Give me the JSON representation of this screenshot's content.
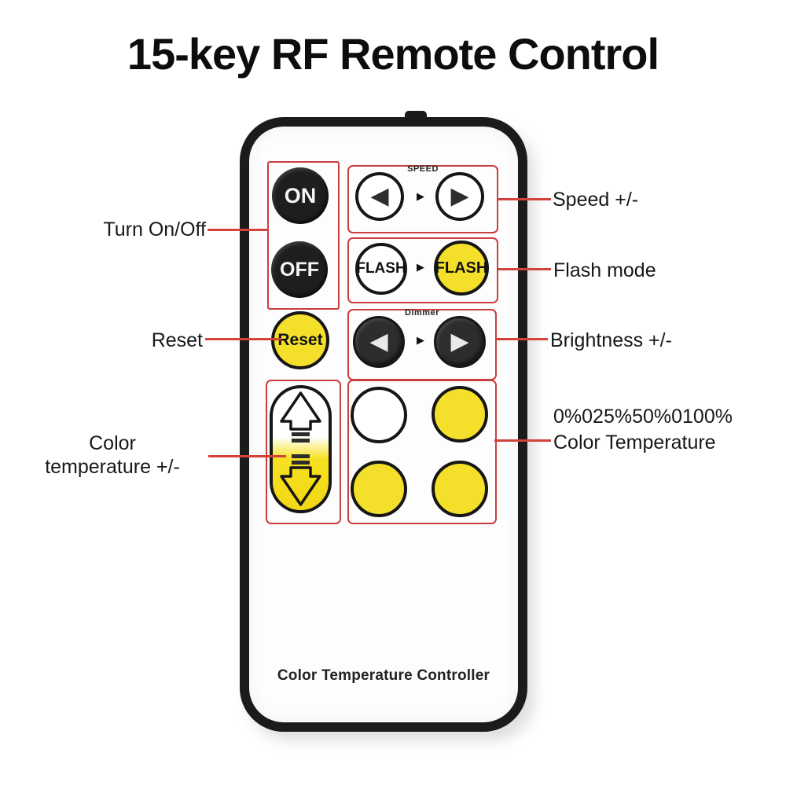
{
  "title": "15-key RF Remote Control",
  "colors": {
    "annotation_red": "#d4423c",
    "group_box_red": "#cc3d3d",
    "button_yellow": "#f4e02a",
    "button_black": "#1e1e1e",
    "remote_border": "#1b1b1b"
  },
  "remote": {
    "bottom_label": "Color Temperature Controller",
    "power": {
      "on_label": "ON",
      "off_label": "OFF"
    },
    "speed": {
      "group_label": "SPEED"
    },
    "flash": {
      "left_label": "FLASH",
      "right_label": "FLASH"
    },
    "dimmer": {
      "group_label": "Dimmer"
    },
    "reset_label": "Reset"
  },
  "icons": {
    "left_triangle": "◀",
    "right_triangle": "▶",
    "separator_triangle": "▶",
    "up_arrow": "color-temp-up-arrow",
    "down_arrow": "color-temp-down-arrow"
  },
  "callouts": {
    "turn_on_off": "Turn On/Off",
    "reset": "Reset",
    "color_temp_line1": "Color",
    "color_temp_line2": "temperature +/-",
    "speed": "Speed +/-",
    "flash_mode": "Flash mode",
    "brightness": "Brightness +/-",
    "pct_line1": "0%025%50%0100%",
    "pct_line2": "Color Temperature"
  }
}
